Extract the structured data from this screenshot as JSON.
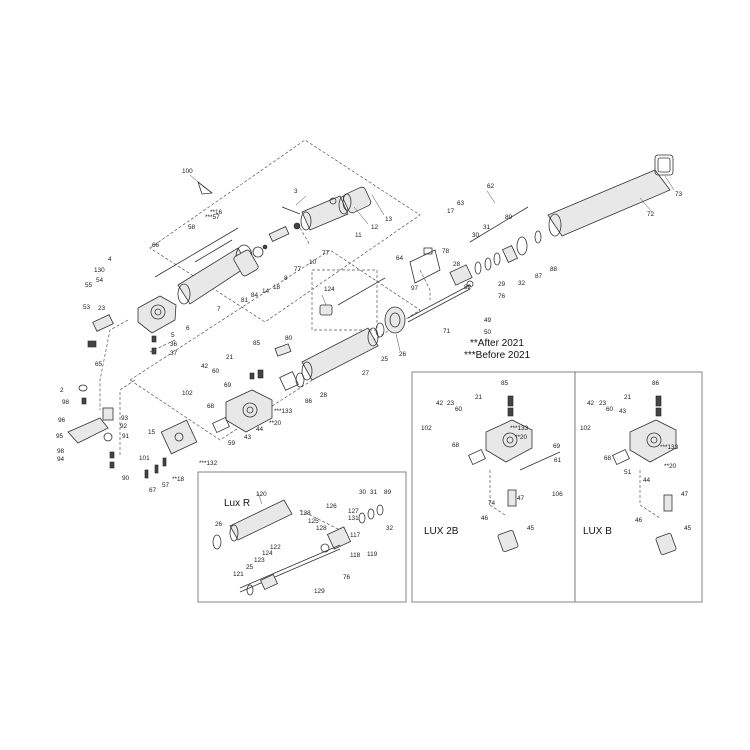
{
  "notes": {
    "after": "**After 2021",
    "before": "***Before 2021"
  },
  "boxes": {
    "lux_r": "Lux R",
    "lux_2b": "LUX 2B",
    "lux_b": "LUX B"
  },
  "part_numbers": {
    "p100": "100",
    "p3": "3",
    "p13": "13",
    "p12": "12",
    "p11": "11",
    "p10": "10",
    "p57": "***57",
    "p16": "**16",
    "p58": "58",
    "p66": "66",
    "p4": "4",
    "p130": "130",
    "p55": "55",
    "p54": "54",
    "p53": "53",
    "p23": "23",
    "p65": "65",
    "p5": "5",
    "p36": "36",
    "p37": "37",
    "p6": "6",
    "p7": "7",
    "p8": "8",
    "p77a": "77",
    "p77b": "77",
    "p18": "18",
    "p14": "14",
    "p84": "84",
    "p81": "81",
    "p62": "62",
    "p63": "63",
    "p17": "17",
    "p72": "72",
    "p73": "73",
    "p30": "30",
    "p31": "31",
    "p89": "89",
    "p88": "88",
    "p87": "87",
    "p32": "32",
    "p64": "64",
    "p78": "78",
    "p28a": "28",
    "p82": "82",
    "p29": "29",
    "p97": "97",
    "p76": "76",
    "p124": "124",
    "p71": "71",
    "p49": "49",
    "p50": "50",
    "p25": "25",
    "p26": "26",
    "p27": "27",
    "p80": "80",
    "p28b": "28",
    "p86": "86",
    "p85": "85",
    "p21": "21",
    "p42": "42",
    "p60": "60",
    "p69": "69",
    "p102": "102",
    "p68": "68",
    "p133": "***133",
    "p20": "**20",
    "p44": "44",
    "p59": "59",
    "p43": "43",
    "p15": "15",
    "p132": "***132",
    "p101": "101",
    "p67": "67",
    "p57b": "57",
    "p18b": "**18",
    "p2": "2",
    "p98": "98",
    "p93": "93",
    "p96": "96",
    "p92": "92",
    "p95": "95",
    "p91": "91",
    "p99": "99",
    "p94": "94",
    "p90": "90",
    "r120": "120",
    "r26": "26",
    "r126": "126",
    "r127": "127",
    "r131": "131",
    "r128": "128",
    "r125": "125",
    "r128b": "128",
    "r117": "117",
    "r119": "119",
    "r118": "118",
    "r122": "122",
    "r124": "124",
    "r123": "123",
    "r121": "121",
    "r25": "25",
    "r76": "76",
    "r129": "129",
    "r30": "30",
    "r31": "31",
    "r89": "89",
    "r32": "32",
    "b85": "85",
    "b21": "21",
    "b42": "42",
    "b23": "23",
    "b60": "60",
    "b102": "102",
    "b133": "***133",
    "b20": "**20",
    "b68": "68",
    "b69": "69",
    "b61": "61",
    "b74": "74",
    "b47": "47",
    "b46": "46",
    "b45": "45",
    "b106": "106",
    "c86": "86",
    "c21": "21",
    "c42": "42",
    "c23": "23",
    "c60": "60",
    "c43": "43",
    "c102": "102",
    "c68": "68",
    "c133": "***133",
    "c20": "**20",
    "c47": "47",
    "c46": "46",
    "c45": "45",
    "c44": "44",
    "c51": "51"
  }
}
